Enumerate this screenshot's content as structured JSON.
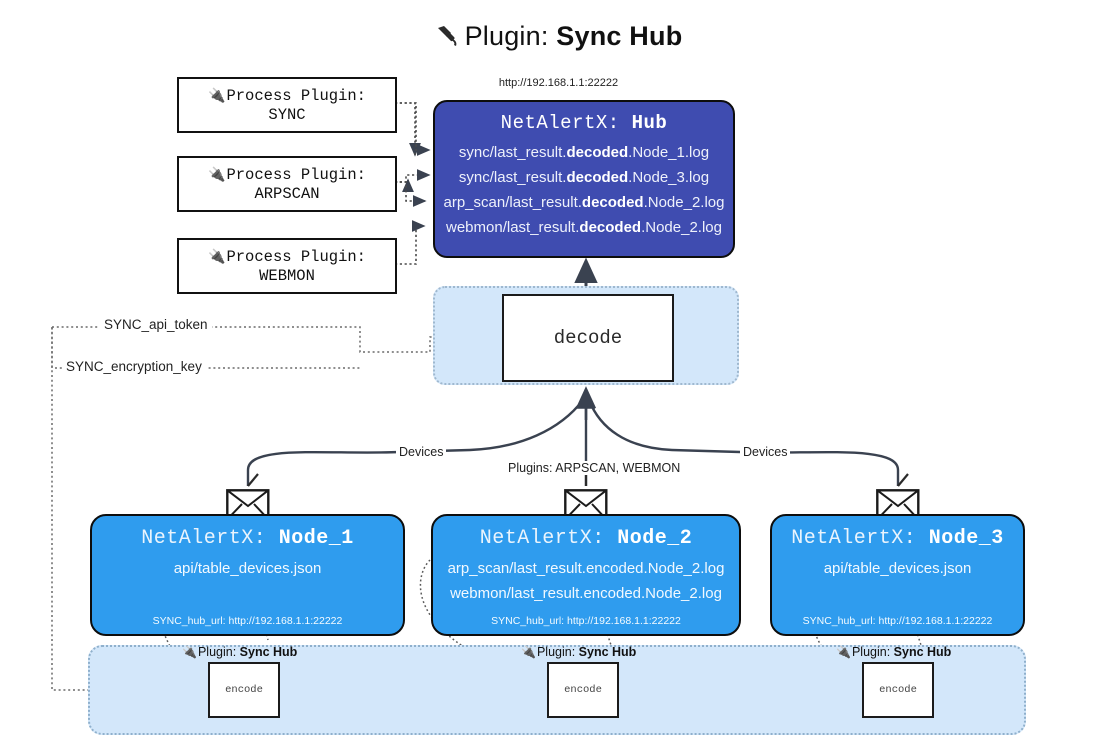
{
  "title": {
    "icon": "plug-icon",
    "prefix": "Plugin: ",
    "name": "Sync Hub"
  },
  "hub_url": "http://192.168.1.1:22222",
  "process_plugins": [
    {
      "icon": "plug-icon",
      "line1": "Process Plugin:",
      "line2": "SYNC"
    },
    {
      "icon": "plug-icon",
      "line1": "Process Plugin:",
      "line2": "ARPSCAN"
    },
    {
      "icon": "plug-icon",
      "line1": "Process Plugin:",
      "line2": "WEBMON"
    }
  ],
  "hub": {
    "title_prefix": "NetAlertX: ",
    "title_name": "Hub",
    "logs": [
      {
        "pre": "sync/last_result.",
        "mid": "decoded",
        "post": ".Node_1.log"
      },
      {
        "pre": "sync/last_result.",
        "mid": "decoded",
        "post": ".Node_3.log"
      },
      {
        "pre": "arp_scan/last_result.",
        "mid": "decoded",
        "post": ".Node_2.log"
      },
      {
        "pre": "webmon/last_result.",
        "mid": "decoded",
        "post": ".Node_2.log"
      }
    ]
  },
  "decode": {
    "label": "decode"
  },
  "settings": {
    "api_token": "SYNC_api_token",
    "encryption_key": "SYNC_encryption_key"
  },
  "edges": {
    "devices_left": "Devices",
    "devices_right": "Devices",
    "plugins_center": "Plugins: ARPSCAN, WEBMON"
  },
  "nodes": [
    {
      "title_prefix": "NetAlertX: ",
      "title_name": "Node_1",
      "lines": [
        "api/table_devices.json"
      ],
      "footer": "SYNC_hub_url: http://192.168.1.1:22222",
      "envelope_icon": "envelope-icon"
    },
    {
      "title_prefix": "NetAlertX: ",
      "title_name": "Node_2",
      "lines": [
        "arp_scan/last_result.encoded.Node_2.log",
        "webmon/last_result.encoded.Node_2.log"
      ],
      "footer": "SYNC_hub_url: http://192.168.1.1:22222",
      "envelope_icon": "envelope-icon"
    },
    {
      "title_prefix": "NetAlertX: ",
      "title_name": "Node_3",
      "lines": [
        "api/table_devices.json"
      ],
      "footer": "SYNC_hub_url: http://192.168.1.1:22222",
      "envelope_icon": "envelope-icon"
    }
  ],
  "encoders": [
    {
      "plugin_prefix": "Plugin: ",
      "plugin_name": "Sync Hub",
      "box_label": "encode",
      "icon": "plug-icon"
    },
    {
      "plugin_prefix": "Plugin: ",
      "plugin_name": "Sync Hub",
      "box_label": "encode",
      "icon": "plug-icon"
    },
    {
      "plugin_prefix": "Plugin: ",
      "plugin_name": "Sync Hub",
      "box_label": "encode",
      "icon": "plug-icon"
    }
  ],
  "colors": {
    "hub_fill": "#3f4cb0",
    "node_fill": "#2f9cee",
    "group_fill": "#d3e7fa",
    "stroke": "#0d0d0d"
  }
}
